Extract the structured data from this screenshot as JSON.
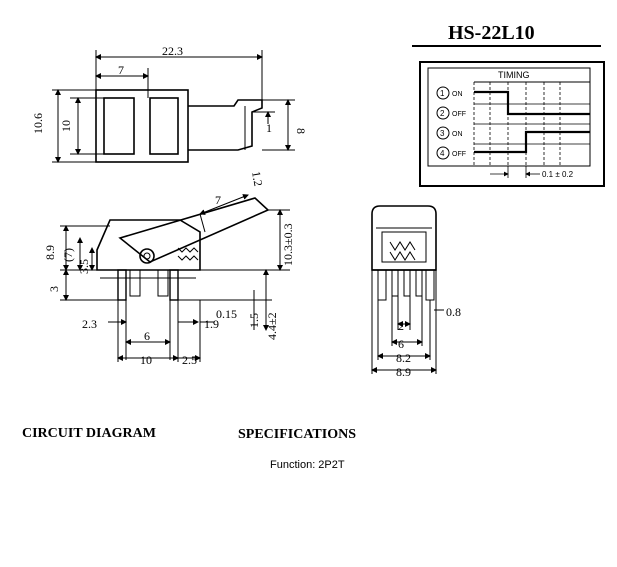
{
  "part_number": "HS-22L10",
  "timing": {
    "title": "TIMING",
    "rows": [
      {
        "num": "1",
        "state": "ON"
      },
      {
        "num": "2",
        "state": "OFF"
      },
      {
        "num": "3",
        "state": "ON"
      },
      {
        "num": "4",
        "state": "OFF"
      }
    ],
    "tolerance": "0.1 ± 0.2"
  },
  "dimensions": {
    "top_view": {
      "length": "22.3",
      "offset": "7",
      "height_outer": "10.6",
      "height_inner": "10",
      "right_height": "8",
      "right_small": "1"
    },
    "side_view": {
      "lever": "7",
      "lever_thick": "1.2",
      "h_total": "8.9",
      "h_paren": "(7)",
      "h_mid": "3.5",
      "h_pin": "3",
      "h_right": "10.3±0.3",
      "h_right2": "4.4±2",
      "pin_offset": "1.5",
      "gap1": "0.15",
      "gap2": "1.9",
      "left_w": "2.3",
      "pitch": "6",
      "width": "10",
      "end": "2.5"
    },
    "end_view": {
      "pin_w": "0.8",
      "pitch": "2",
      "span": "6",
      "body": "8.2",
      "total": "8.9"
    }
  },
  "sections": {
    "circuit": "CIRCUIT DIAGRAM",
    "specs": "SPECIFICATIONS"
  },
  "function_text": "Function: 2P2T"
}
